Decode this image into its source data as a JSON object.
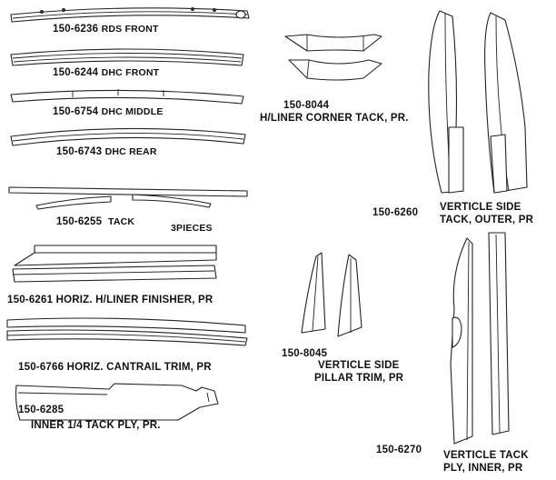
{
  "parts": [
    {
      "number": "150-6236",
      "name": "RDS FRONT"
    },
    {
      "number": "150-6244",
      "name": "DHC FRONT"
    },
    {
      "number": "150-6754",
      "name": "DHC MIDDLE"
    },
    {
      "number": "150-6743",
      "name": "DHC REAR"
    },
    {
      "number": "150-6255",
      "name": "TACK",
      "extra": "3PIECES"
    },
    {
      "number": "150-6261",
      "name": "HORIZ. H/LINER FINISHER, PR"
    },
    {
      "number": "150-6766",
      "name": "HORIZ. CANTRAIL TRIM, PR"
    },
    {
      "number": "150-6285",
      "name": "INNER 1/4 TACK PLY, PR."
    },
    {
      "number": "150-8044",
      "name": "H/LINER CORNER TACK, PR."
    },
    {
      "number": "150-8045",
      "name": "VERTICLE SIDE",
      "name2": "PILLAR TRIM, PR"
    },
    {
      "number": "150-6260",
      "name": "VERTICLE SIDE",
      "name2": "TACK, OUTER, PR"
    },
    {
      "number": "150-6270",
      "name": "VERTICLE TACK",
      "name2": "PLY, INNER, PR"
    }
  ]
}
